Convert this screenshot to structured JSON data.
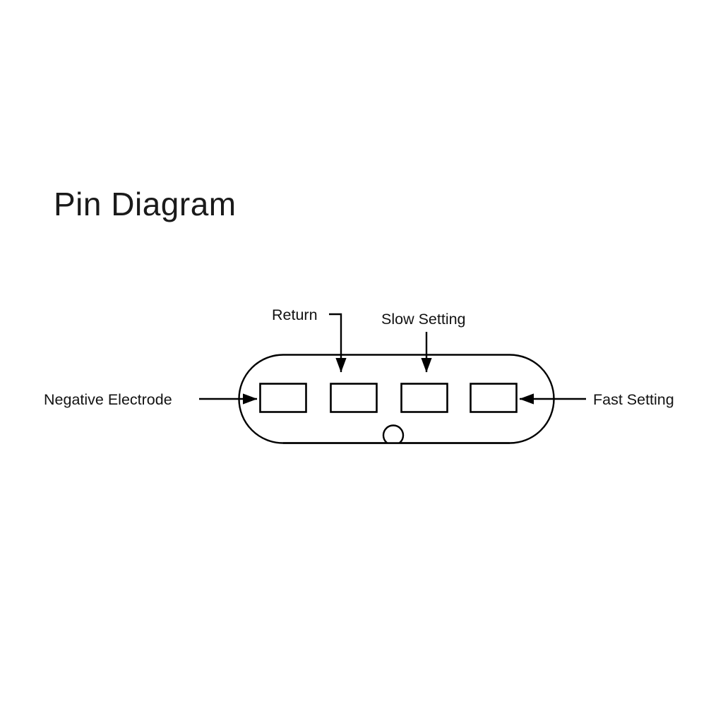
{
  "page": {
    "title": "Pin Diagram",
    "background_color": "#ffffff",
    "stroke_color": "#000000",
    "text_color": "#121212"
  },
  "device": {
    "name": "pin-connector-body",
    "shape": "stadium",
    "pins": [
      {
        "index": 1,
        "label": "Negative Electrode"
      },
      {
        "index": 2,
        "label": "Return"
      },
      {
        "index": 3,
        "label": "Slow Setting"
      },
      {
        "index": 4,
        "label": "Fast Setting"
      }
    ],
    "indicator": {
      "name": "alignment-hole",
      "shape": "circle"
    }
  },
  "callouts": {
    "negative_electrode": "Negative Electrode",
    "return": "Return",
    "slow_setting": "Slow Setting",
    "fast_setting": "Fast Setting"
  }
}
